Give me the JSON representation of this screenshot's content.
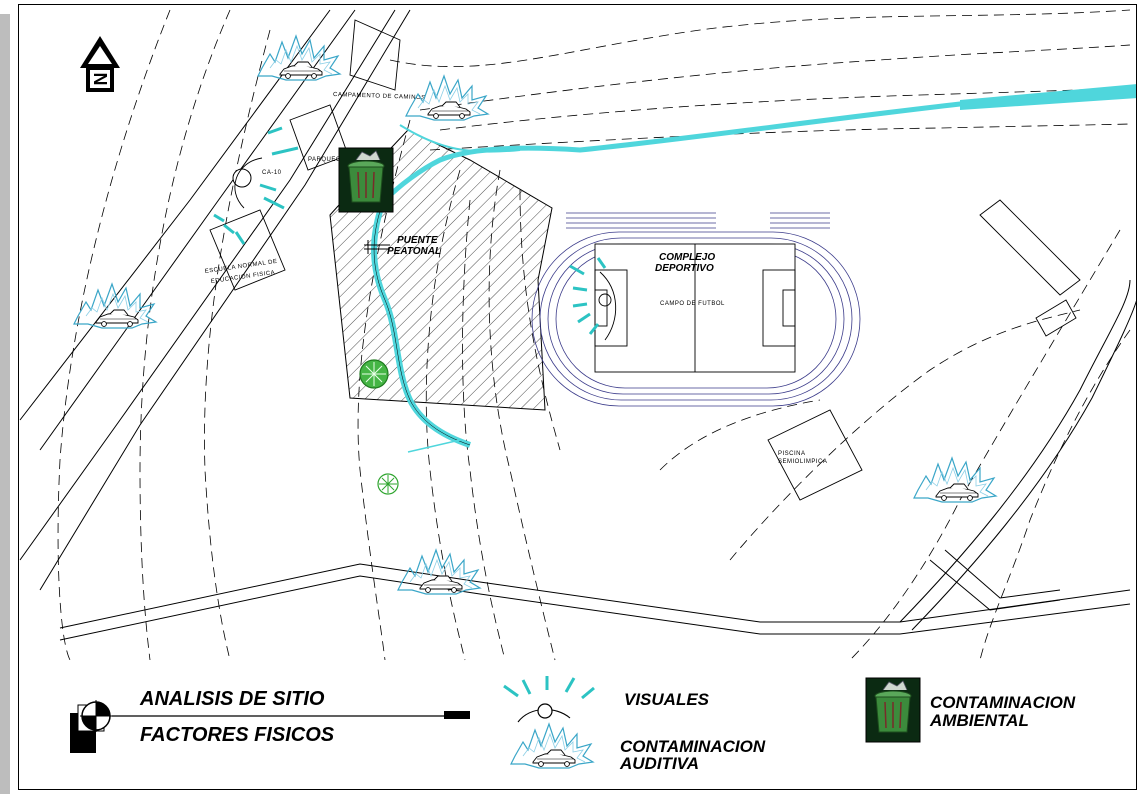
{
  "title": {
    "line1": "ANALISIS DE SITIO",
    "line2": "FACTORES FISICOS"
  },
  "labels": {
    "bridge_line1": "PUENTE",
    "bridge_line2": "PEATONAL",
    "sports_line1": "COMPLEJO",
    "sports_line2": "DEPORTIVO",
    "field": "CAMPO DE FUTBOL",
    "camp": "CAMPAMENTO DE CAMINOS",
    "parking": "PARQUEO",
    "school_line1": "ESCUELA NORMAL DE",
    "school_line2": "EDUCACION FISICA",
    "ca10": "CA-10",
    "pool_line1": "PISCINA",
    "pool_line2": "SEMIOLIMPICA"
  },
  "legend": {
    "visuales": "VISUALES",
    "auditiva_line1": "CONTAMINACION",
    "auditiva_line2": "AUDITIVA",
    "ambiental_line1": "CONTAMINACION",
    "ambiental_line2": "AMBIENTAL"
  },
  "colors": {
    "river": "#4fd6dc",
    "visual_marks": "#2cc3c3",
    "noise_outline": "#3aa6c8",
    "hatch": "#000000",
    "tree": "#2fa52f",
    "bin_bg": "#0b2a12",
    "bin": "#3c8b3c"
  },
  "icons": [
    "north-arrow-icon",
    "car-noise-icon",
    "trash-bin-icon",
    "tree-icon",
    "eye-icon",
    "site-target-icon"
  ]
}
